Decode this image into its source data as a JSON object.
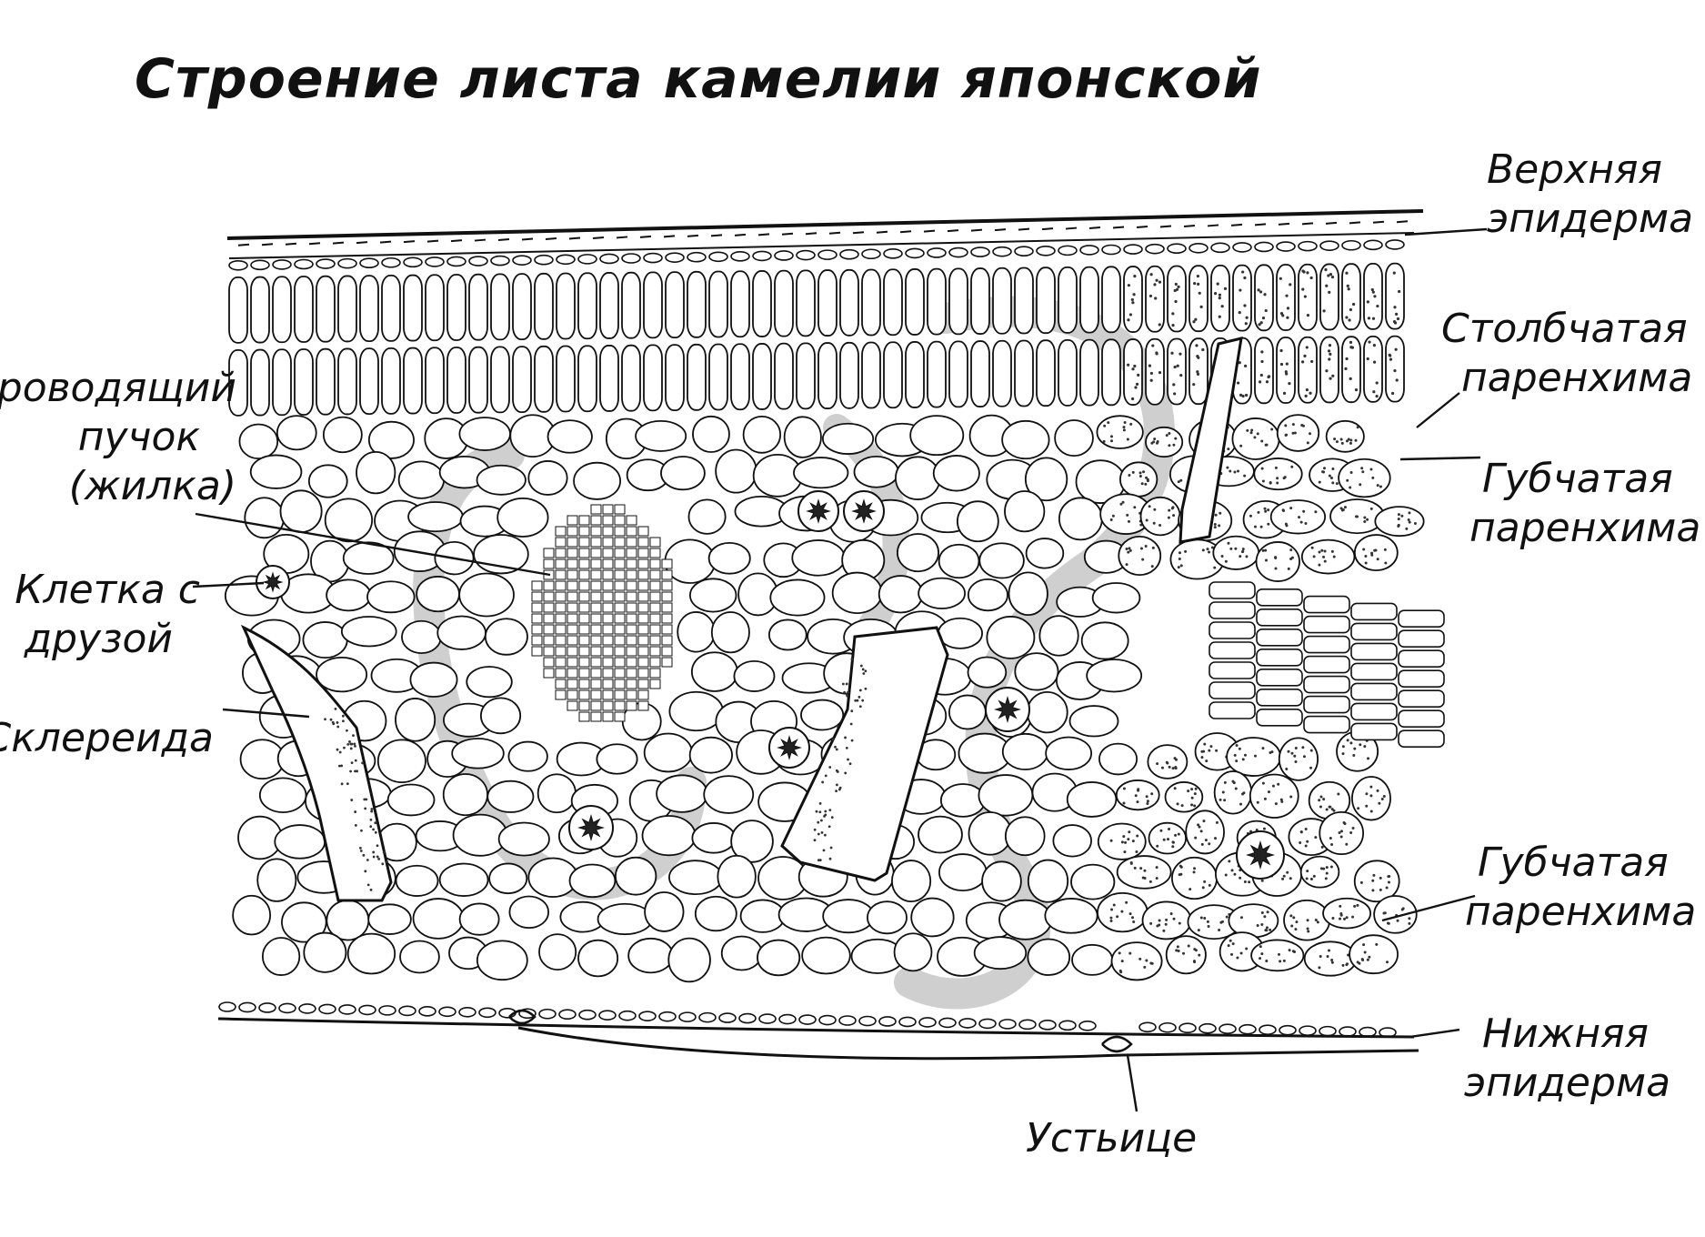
{
  "title": "Строение листа камелии японской",
  "labels": {
    "upper_epidermis": [
      "Верхняя",
      "эпидерма"
    ],
    "palisade": [
      "Столбчатая",
      "паренхима"
    ],
    "spongy_upper": [
      "Губчатая",
      "паренхима"
    ],
    "spongy_lower": [
      "Губчатая",
      "паренхима"
    ],
    "lower_epidermis": [
      "Нижняя",
      "эпидерма"
    ],
    "stoma": "Устьице",
    "vascular_bundle": [
      "Проводящий",
      "пучок",
      "(жилка)"
    ],
    "druse_cell": [
      "Клетка с",
      "друзой"
    ],
    "sclereid": "Склереида"
  },
  "colors": {
    "ink": "#111111",
    "watermark": "#cfcfcf",
    "stipple": "#333333"
  }
}
